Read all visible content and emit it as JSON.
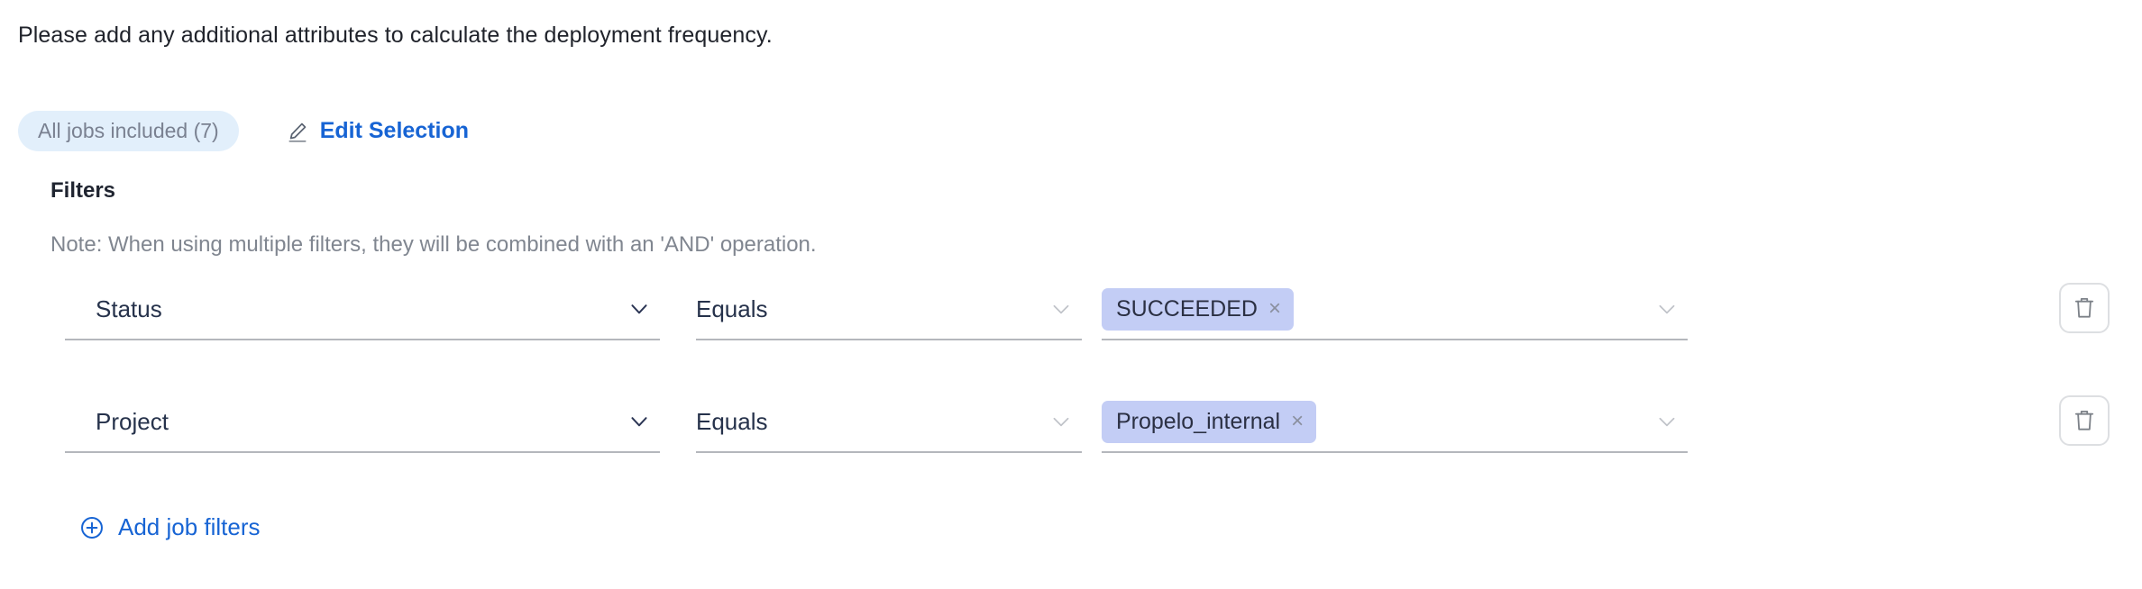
{
  "intro": {
    "text": "Please add any additional attributes to calculate the deployment frequency."
  },
  "selection": {
    "jobs_chip_label": "All jobs included (7)",
    "edit_label": "Edit Selection",
    "edit_icon": "pencil-icon"
  },
  "filters": {
    "title": "Filters",
    "note": "Note: When using multiple filters, they will be combined with an 'AND' operation.",
    "add_label": "Add job filters",
    "add_icon": "plus-circle-icon",
    "delete_icon": "trash-icon",
    "caret_icon": "chevron-down-icon",
    "chip_remove_glyph": "×",
    "rows": [
      {
        "attribute": "Status",
        "operator": "Equals",
        "value": "SUCCEEDED"
      },
      {
        "attribute": "Project",
        "operator": "Equals",
        "value": "Propelo_internal"
      }
    ]
  },
  "colors": {
    "link_blue": "#1764d4",
    "jobs_chip_bg": "#e2effb",
    "value_chip_bg": "#c3cdf5",
    "field_text": "#26324b",
    "note_text": "#808690",
    "underline": "#b4b7bc"
  }
}
